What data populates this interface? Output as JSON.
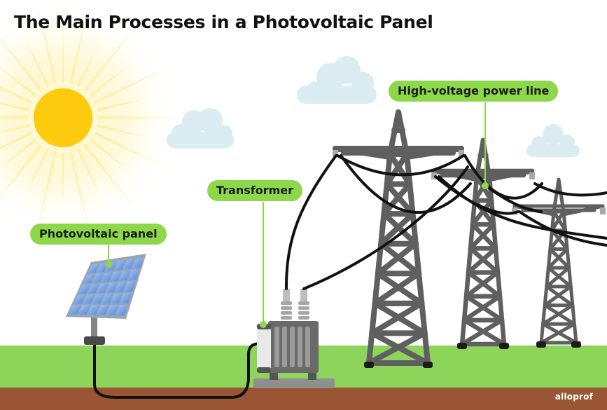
{
  "title": "The Main Processes in a Photovoltaic Panel",
  "labels": {
    "power_line": "High-voltage power line",
    "transformer": "Transformer",
    "panel": "Photovoltaic panel"
  },
  "logo": "alloprof",
  "colors": {
    "sky": "#ffffff",
    "sun": "#fccb0e",
    "sun_rays": "#fff3b8",
    "cloud": "#dbedf2",
    "grass": "#8dd55a",
    "soil": "#9a5535",
    "label_bg": "#8dd84a",
    "tower": "#5f5f5f",
    "cable": "#111111",
    "panel_cell": "#6a9be0"
  }
}
